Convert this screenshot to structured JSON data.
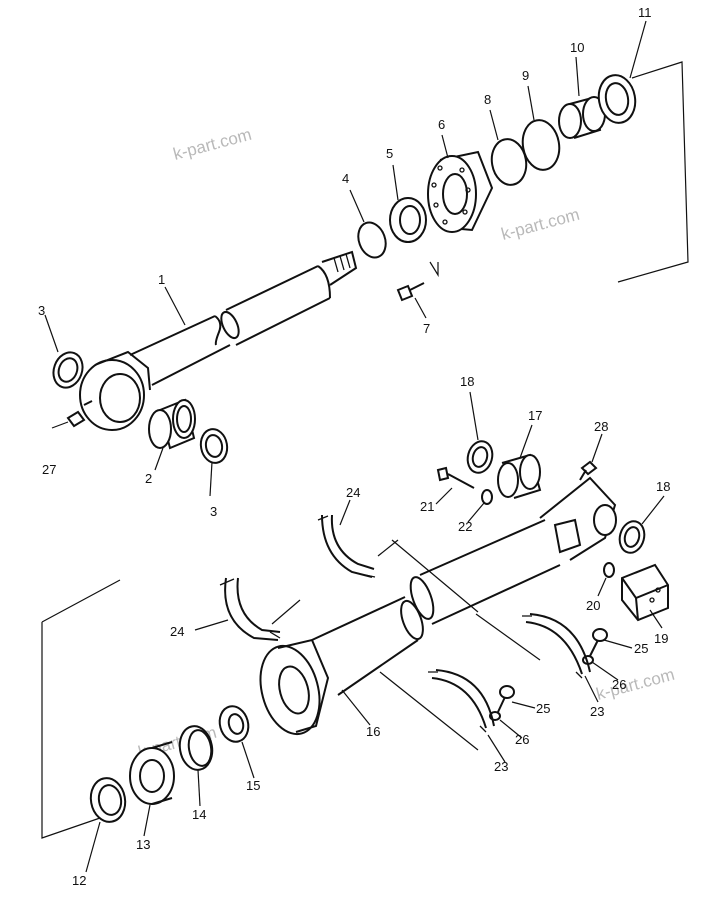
{
  "diagram": {
    "watermarks": [
      "k-part.com",
      "k-part.com",
      "k-part.com",
      "k-part.com"
    ],
    "callouts": [
      "1",
      "2",
      "3",
      "3",
      "4",
      "5",
      "6",
      "7",
      "8",
      "9",
      "10",
      "11",
      "12",
      "13",
      "14",
      "15",
      "16",
      "17",
      "18",
      "18",
      "19",
      "20",
      "21",
      "22",
      "23",
      "23",
      "24",
      "24",
      "25",
      "25",
      "26",
      "26",
      "27",
      "28"
    ]
  }
}
